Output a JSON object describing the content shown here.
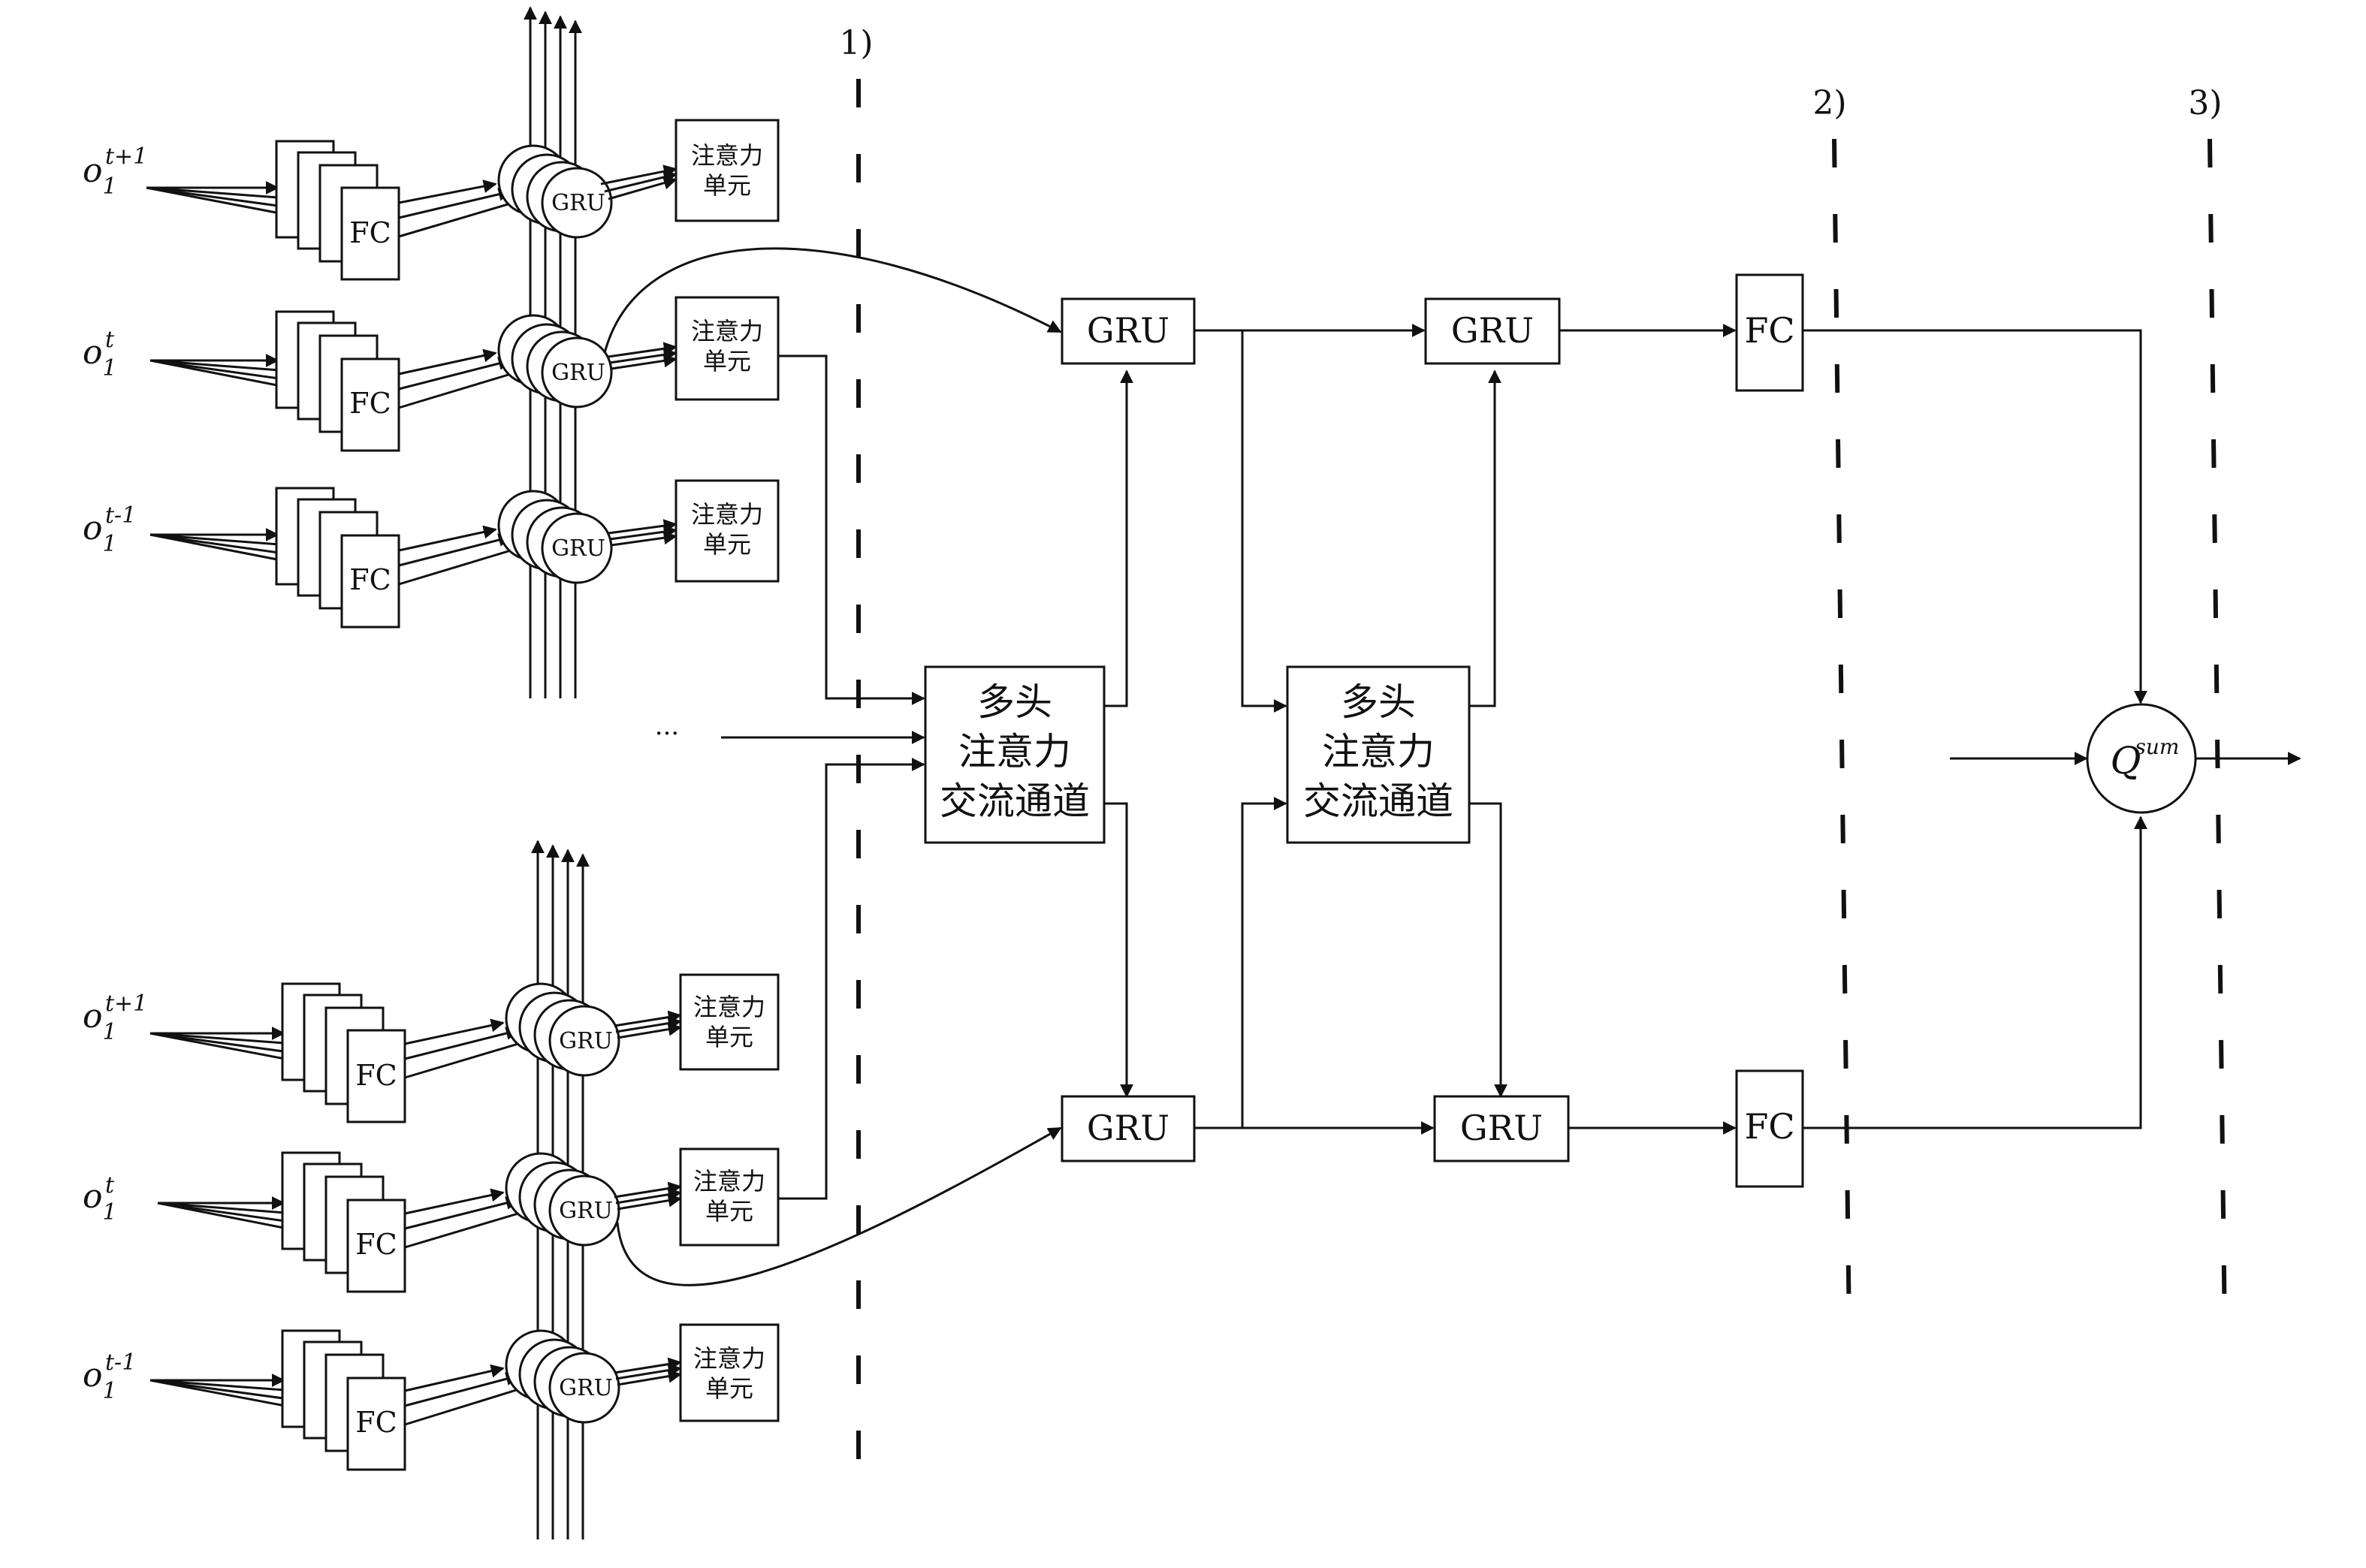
{
  "labels": {
    "obs_tp1": "o",
    "obs_sub": "1",
    "sup_tp1": "t+1",
    "sup_t": "t",
    "sup_tm1": "t-1",
    "fc": "FC",
    "gru": "GRU",
    "att_line1": "注意力",
    "att_line2": "单元",
    "mh_line1": "多头",
    "mh_line2": "注意力",
    "mh_line3": "交流通道",
    "ellipsis": "···",
    "stage1": "1)",
    "stage2": "2)",
    "stage3": "3)",
    "q": "Q",
    "q_sup": "sum"
  }
}
